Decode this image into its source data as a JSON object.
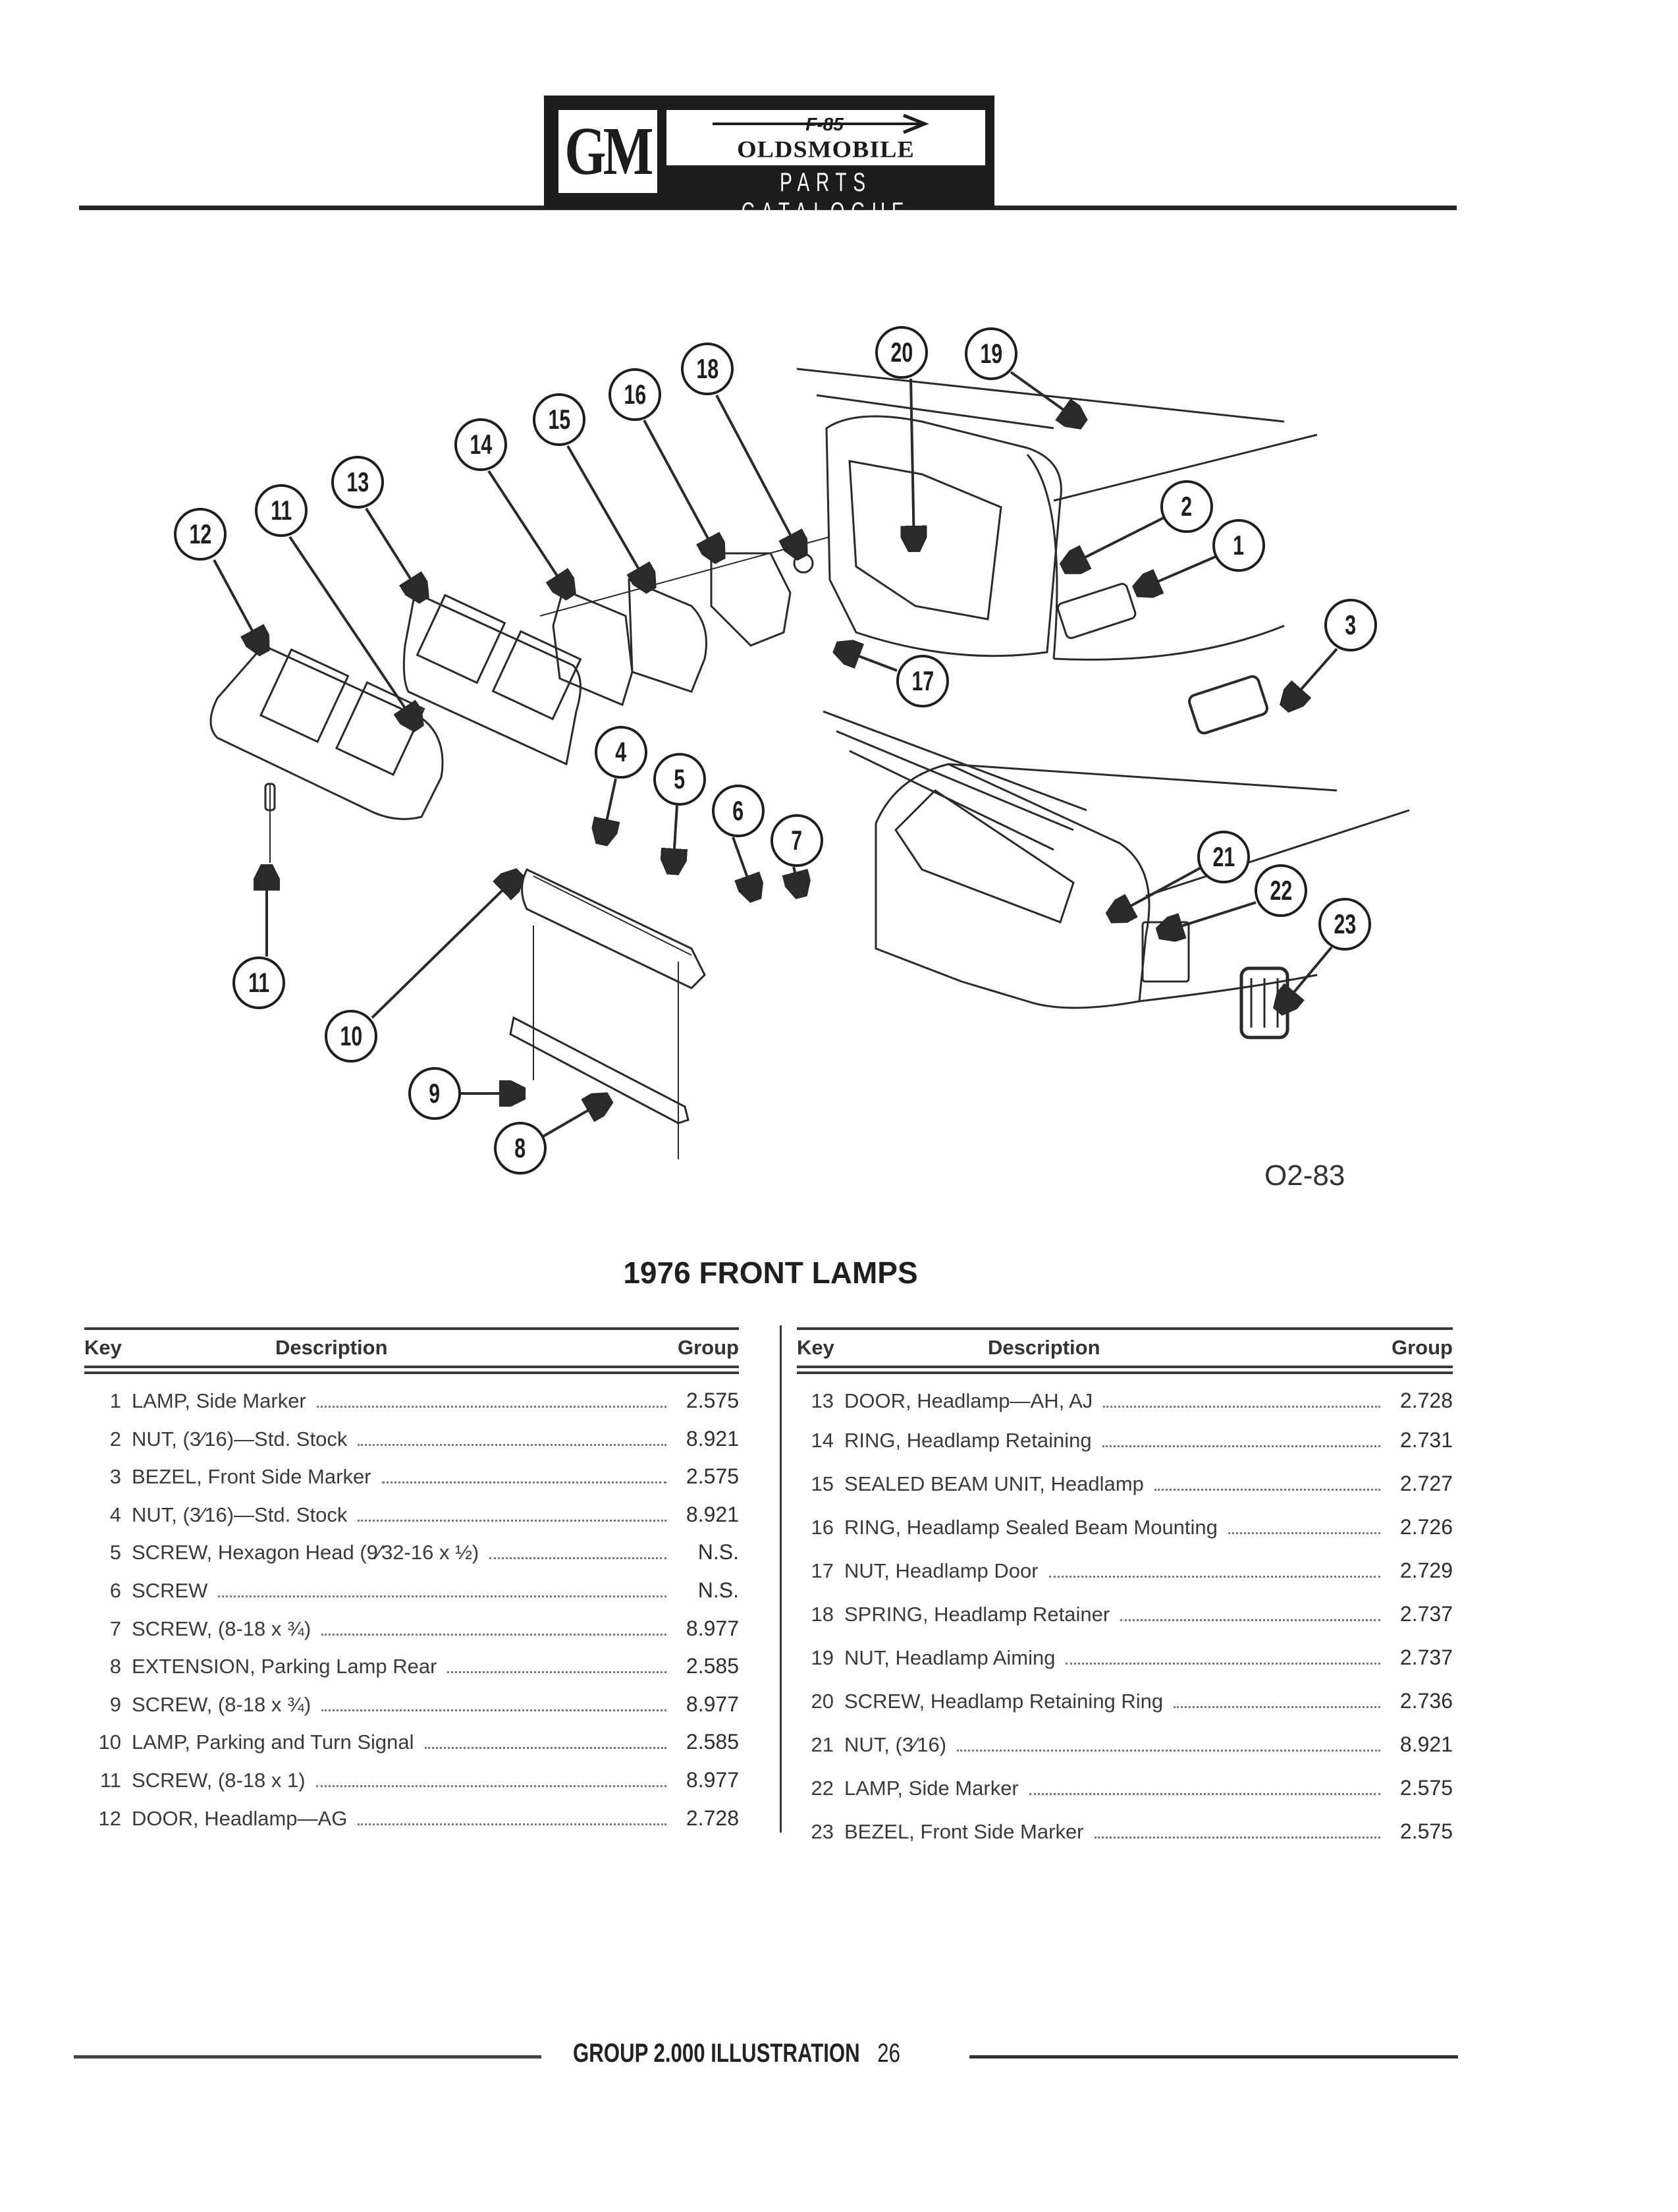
{
  "header": {
    "logo_gm": "GM",
    "logo_model": "F-85",
    "logo_make": "OLDSMOBILE",
    "logo_subtitle": "PARTS CATALOGUE"
  },
  "diagram": {
    "figure_code": "O2-83",
    "callouts": [
      "12",
      "11",
      "13",
      "14",
      "15",
      "16",
      "18",
      "20",
      "19",
      "2",
      "1",
      "3",
      "17",
      "4",
      "5",
      "6",
      "7",
      "21",
      "22",
      "23",
      "11",
      "10",
      "9",
      "8"
    ]
  },
  "title": "1976 FRONT LAMPS",
  "table_headers": {
    "key": "Key",
    "description": "Description",
    "group": "Group"
  },
  "parts_left": [
    {
      "key": "1",
      "description": "LAMP, Side Marker",
      "group": "2.575"
    },
    {
      "key": "2",
      "description": "NUT, (3⁄16)—Std. Stock",
      "group": "8.921"
    },
    {
      "key": "3",
      "description": "BEZEL, Front Side Marker",
      "group": "2.575"
    },
    {
      "key": "4",
      "description": "NUT, (3⁄16)—Std. Stock",
      "group": "8.921"
    },
    {
      "key": "5",
      "description": "SCREW, Hexagon Head (9⁄32-16 x ½)",
      "group": "N.S."
    },
    {
      "key": "6",
      "description": "SCREW",
      "group": "N.S."
    },
    {
      "key": "7",
      "description": "SCREW, (8-18 x ¾)",
      "group": "8.977"
    },
    {
      "key": "8",
      "description": "EXTENSION, Parking Lamp Rear",
      "group": "2.585"
    },
    {
      "key": "9",
      "description": "SCREW, (8-18 x ¾)",
      "group": "8.977"
    },
    {
      "key": "10",
      "description": "LAMP, Parking and Turn Signal",
      "group": "2.585"
    },
    {
      "key": "11",
      "description": "SCREW, (8-18 x 1)",
      "group": "8.977"
    },
    {
      "key": "12",
      "description": "DOOR, Headlamp—AG",
      "group": "2.728"
    }
  ],
  "parts_right": [
    {
      "key": "13",
      "description": "DOOR, Headlamp—AH, AJ",
      "group": "2.728"
    },
    {
      "key": "14",
      "description": "RING, Headlamp Retaining",
      "group": "2.731"
    },
    {
      "key": "15",
      "description": "SEALED BEAM UNIT, Headlamp",
      "group": "2.727"
    },
    {
      "key": "16",
      "description": "RING, Headlamp Sealed Beam Mounting",
      "group": "2.726"
    },
    {
      "key": "17",
      "description": "NUT, Headlamp Door",
      "group": "2.729"
    },
    {
      "key": "18",
      "description": "SPRING, Headlamp Retainer",
      "group": "2.737"
    },
    {
      "key": "19",
      "description": "NUT, Headlamp Aiming",
      "group": "2.737"
    },
    {
      "key": "20",
      "description": "SCREW, Headlamp Retaining Ring",
      "group": "2.736"
    },
    {
      "key": "21",
      "description": "NUT, (3⁄16)",
      "group": "8.921"
    },
    {
      "key": "22",
      "description": "LAMP, Side Marker",
      "group": "2.575"
    },
    {
      "key": "23",
      "description": "BEZEL, Front Side Marker",
      "group": "2.575"
    }
  ],
  "footer": {
    "section": "GROUP 2.000 ILLUSTRATION",
    "page": "26"
  }
}
